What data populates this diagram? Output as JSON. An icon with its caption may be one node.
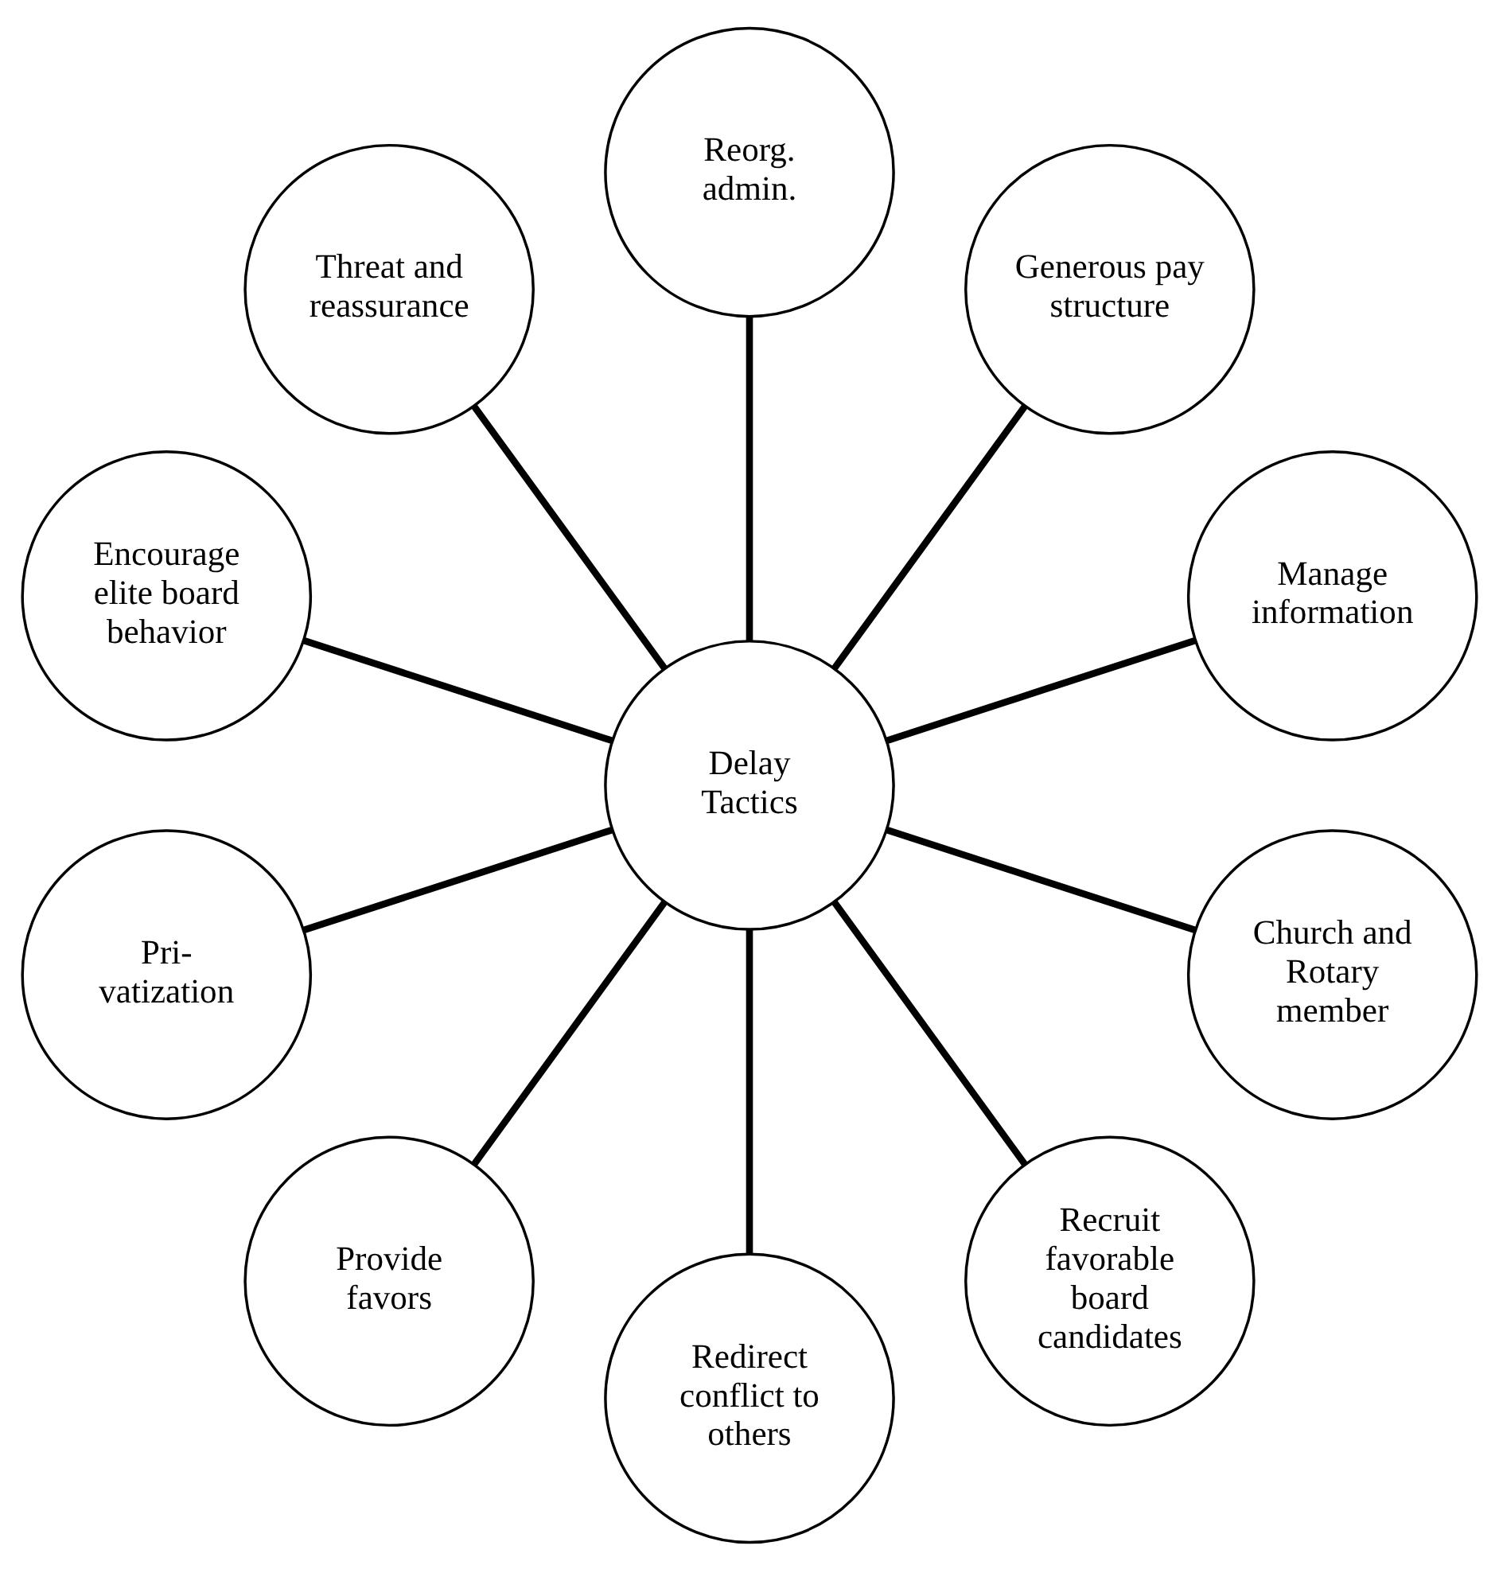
{
  "diagram": {
    "nodes": [
      {
        "text": [
          "Delay Tactics"
        ]
      },
      {
        "text": [
          "Manage information"
        ]
      },
      {
        "text": [
          "Generous pay structure"
        ]
      },
      {
        "text": [
          "Reorg. admin."
        ]
      },
      {
        "text": [
          "Threat and reassurance"
        ]
      },
      {
        "text": [
          "Encourage elite board behavior"
        ]
      },
      {
        "text": [
          "Pri- vatization"
        ]
      },
      {
        "text": [
          "Provide favors"
        ]
      },
      {
        "text": [
          "Redirect conflict to others"
        ]
      },
      {
        "text": [
          "Recruit favorable board candidates"
        ]
      },
      {
        "text": [
          "Church and Rotary member"
        ]
      }
    ],
    "edges": [
      {
        "from": 0,
        "to": 1,
        "arrow": "none"
      },
      {
        "from": 0,
        "to": 2,
        "arrow": "none"
      },
      {
        "from": 0,
        "to": 3,
        "arrow": "none"
      },
      {
        "from": 0,
        "to": 4,
        "arrow": "none"
      },
      {
        "from": 0,
        "to": 5,
        "arrow": "none"
      },
      {
        "from": 0,
        "to": 6,
        "arrow": "none"
      },
      {
        "from": 0,
        "to": 7,
        "arrow": "none"
      },
      {
        "from": 0,
        "to": 8,
        "arrow": "none"
      },
      {
        "from": 0,
        "to": 9,
        "arrow": "none"
      },
      {
        "from": 0,
        "to": 10,
        "arrow": "none"
      }
    ]
  }
}
